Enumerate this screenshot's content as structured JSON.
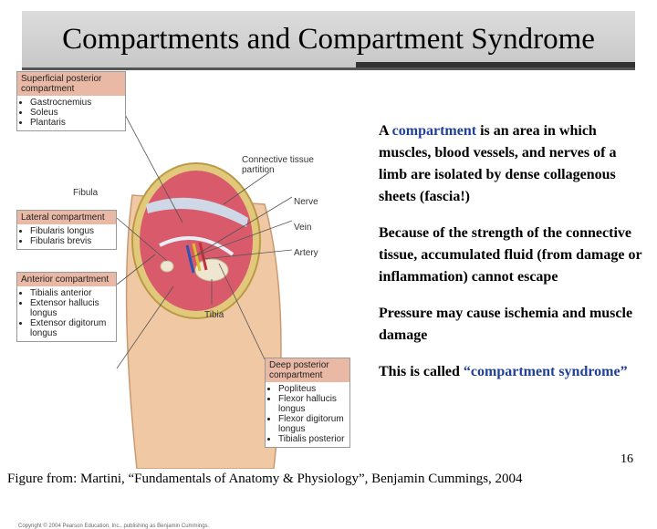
{
  "slide": {
    "title": "Compartments and Compartment Syndrome",
    "page_number": "16",
    "credit": "Figure from: Martini, “Fundamentals of Anatomy & Physiology”, Benjamin Cummings, 2004"
  },
  "figure": {
    "superficial": {
      "header": "Superficial posterior compartment",
      "items": [
        "Gastrocnemius",
        "Soleus",
        "Plantaris"
      ]
    },
    "lateral": {
      "header": "Lateral compartment",
      "items": [
        "Fibularis longus",
        "Fibularis brevis"
      ]
    },
    "anterior": {
      "header": "Anterior compartment",
      "items": [
        "Tibialis anterior",
        "Extensor hallucis longus",
        "Extensor digitorum longus"
      ]
    },
    "deep": {
      "header": "Deep posterior compartment",
      "items": [
        "Popliteus",
        "Flexor hallucis longus",
        "Flexor digitorum longus",
        "Tibialis posterior"
      ]
    },
    "callouts": {
      "connective": "Connective tissue partition",
      "fibula": "Fibula",
      "nerve": "Nerve",
      "vein": "Vein",
      "artery": "Artery",
      "tibia": "Tibia"
    },
    "copyright": "Copyright © 2004 Pearson Education, Inc., publishing as Benjamin Cummings."
  },
  "text": {
    "p1_prefix": "A ",
    "p1_highlight": "compartment",
    "p1_suffix": " is an area in which muscles, blood vessels, and nerves of a limb are isolated by dense collagenous sheets (fascia!)",
    "p2": "Because of the strength of the connective tissue, accumulated fluid (from damage or inflammation) cannot escape",
    "p3": "Pressure may cause ischemia and muscle damage",
    "p4_prefix": "This is called ",
    "p4_highlight": "“compartment syndrome”"
  },
  "colors": {
    "highlight": "#1f3f99",
    "label_header": "#e9b9a6",
    "muscle": "#d85a6b",
    "skin": "#f0c9a4"
  }
}
